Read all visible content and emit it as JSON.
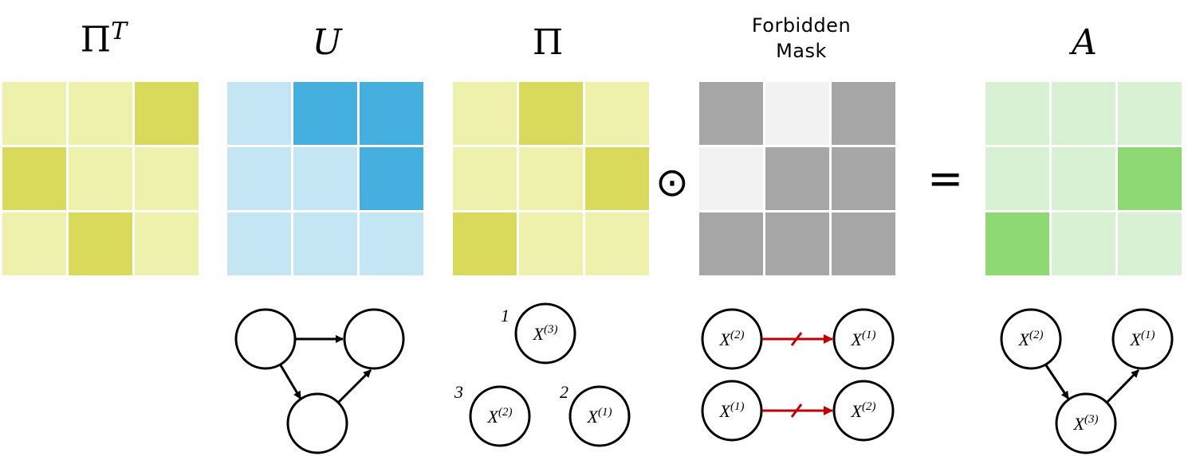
{
  "titles": {
    "pi_t": "Π",
    "pi_t_sup": "T",
    "u": "U",
    "pi": "Π",
    "mask_line1": "Forbidden",
    "mask_line2": "Mask",
    "a": "A"
  },
  "operators": {
    "hadamard": "⊙",
    "equals": "="
  },
  "colors": {
    "yellow_light": "#eef1ab",
    "yellow_dark": "#d9da5b",
    "blue_light": "#c3e5f4",
    "blue_dark": "#45b0e0",
    "gray_light": "#f2f2f2",
    "gray_dark": "#a6a6a6",
    "green_light": "#d8f1d3",
    "green_dark": "#8ed974",
    "arrow_black": "#000000",
    "arrow_red": "#c00000"
  },
  "matrices": {
    "pi_t": [
      [
        0,
        0,
        1
      ],
      [
        1,
        0,
        0
      ],
      [
        0,
        1,
        0
      ]
    ],
    "u": [
      [
        0,
        1,
        1
      ],
      [
        0,
        0,
        1
      ],
      [
        0,
        0,
        0
      ]
    ],
    "pi": [
      [
        0,
        1,
        0
      ],
      [
        0,
        0,
        1
      ],
      [
        1,
        0,
        0
      ]
    ],
    "mask": [
      [
        1,
        0,
        1
      ],
      [
        0,
        1,
        1
      ],
      [
        1,
        1,
        1
      ]
    ],
    "a": [
      [
        0,
        0,
        0
      ],
      [
        0,
        0,
        1
      ],
      [
        1,
        0,
        0
      ]
    ]
  },
  "nodes": {
    "x1": "X(1)",
    "x2": "X(2)",
    "x3": "X(3)"
  },
  "node_parts": {
    "base": "X",
    "i1": "(1)",
    "i2": "(2)",
    "i3": "(3)"
  },
  "order_labels": {
    "first": "1",
    "second": "2",
    "third": "3"
  }
}
